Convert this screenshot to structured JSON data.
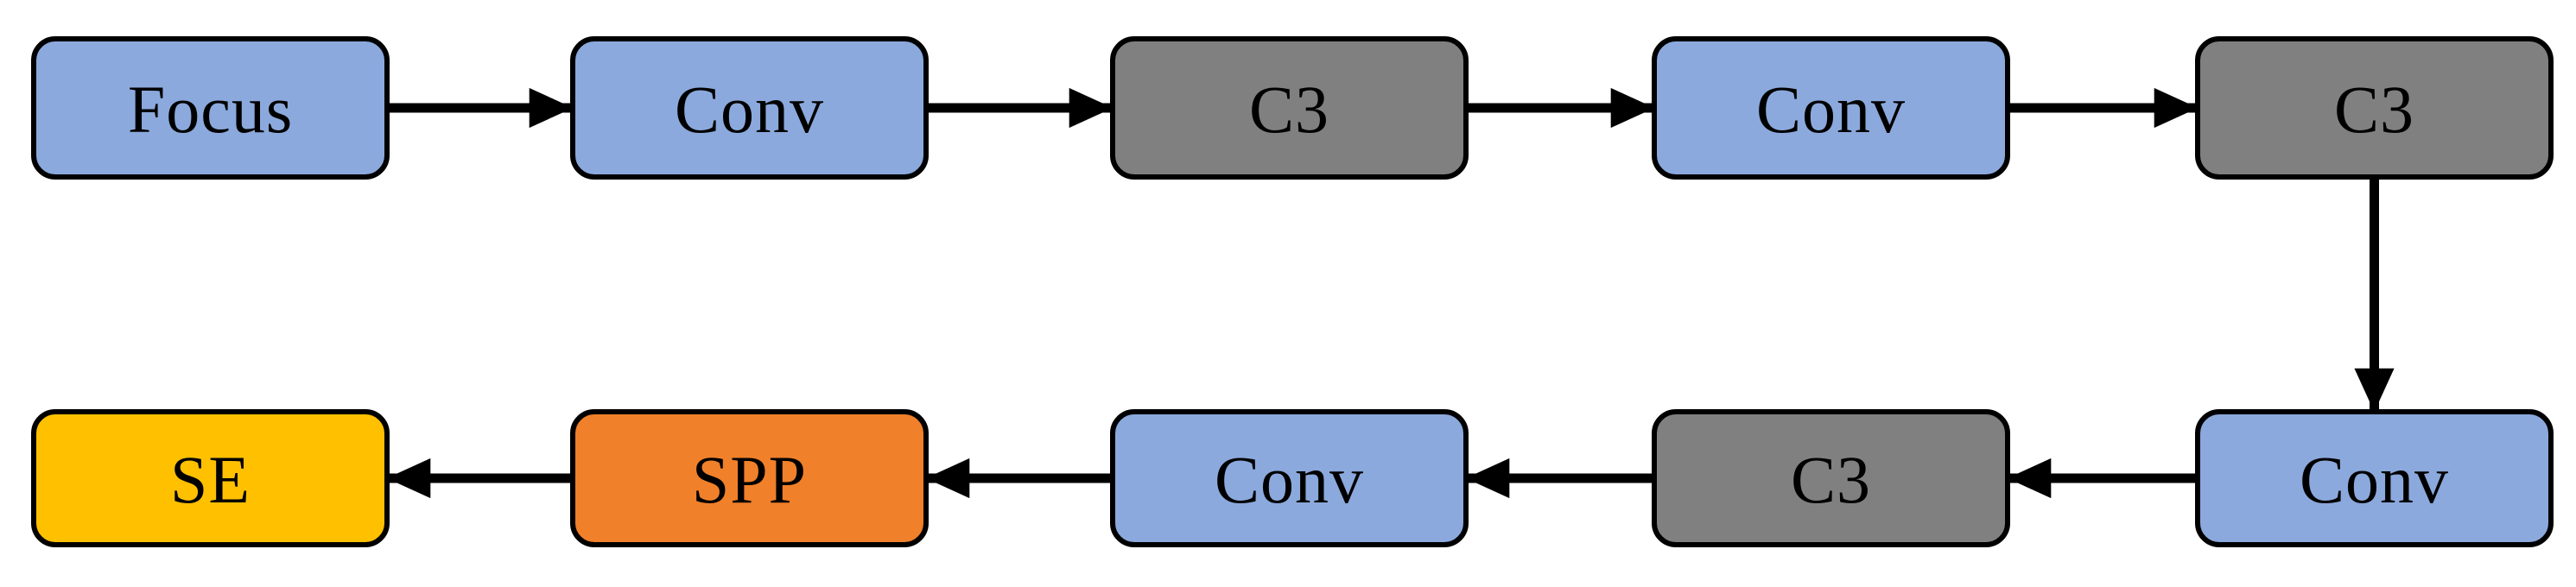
{
  "diagram": {
    "nodes": [
      {
        "id": "focus",
        "label": "Focus",
        "fill": "blue",
        "row": 0,
        "col": 0
      },
      {
        "id": "conv-1",
        "label": "Conv",
        "fill": "blue",
        "row": 0,
        "col": 1
      },
      {
        "id": "c3-1",
        "label": "C3",
        "fill": "gray",
        "row": 0,
        "col": 2
      },
      {
        "id": "conv-2",
        "label": "Conv",
        "fill": "blue",
        "row": 0,
        "col": 3
      },
      {
        "id": "c3-2",
        "label": "C3",
        "fill": "gray",
        "row": 0,
        "col": 4
      },
      {
        "id": "se",
        "label": "SE",
        "fill": "yellow",
        "row": 1,
        "col": 0
      },
      {
        "id": "spp",
        "label": "SPP",
        "fill": "orange",
        "row": 1,
        "col": 1
      },
      {
        "id": "conv-3",
        "label": "Conv",
        "fill": "blue",
        "row": 1,
        "col": 2
      },
      {
        "id": "c3-3",
        "label": "C3",
        "fill": "gray",
        "row": 1,
        "col": 3
      },
      {
        "id": "conv-4",
        "label": "Conv",
        "fill": "blue",
        "row": 1,
        "col": 4
      }
    ],
    "edges": [
      {
        "from": "focus",
        "to": "conv-1",
        "direction": "right"
      },
      {
        "from": "conv-1",
        "to": "c3-1",
        "direction": "right"
      },
      {
        "from": "c3-1",
        "to": "conv-2",
        "direction": "right"
      },
      {
        "from": "conv-2",
        "to": "c3-2",
        "direction": "right"
      },
      {
        "from": "c3-2",
        "to": "conv-4",
        "direction": "down"
      },
      {
        "from": "conv-4",
        "to": "c3-3",
        "direction": "left"
      },
      {
        "from": "c3-3",
        "to": "conv-3",
        "direction": "left"
      },
      {
        "from": "conv-3",
        "to": "spp",
        "direction": "left"
      },
      {
        "from": "spp",
        "to": "se",
        "direction": "left"
      }
    ],
    "colors": {
      "blue": "#8BA9DC",
      "gray": "#808080",
      "orange": "#F0802A",
      "yellow": "#FFC000",
      "border": "#000000",
      "arrow": "#000000"
    }
  }
}
